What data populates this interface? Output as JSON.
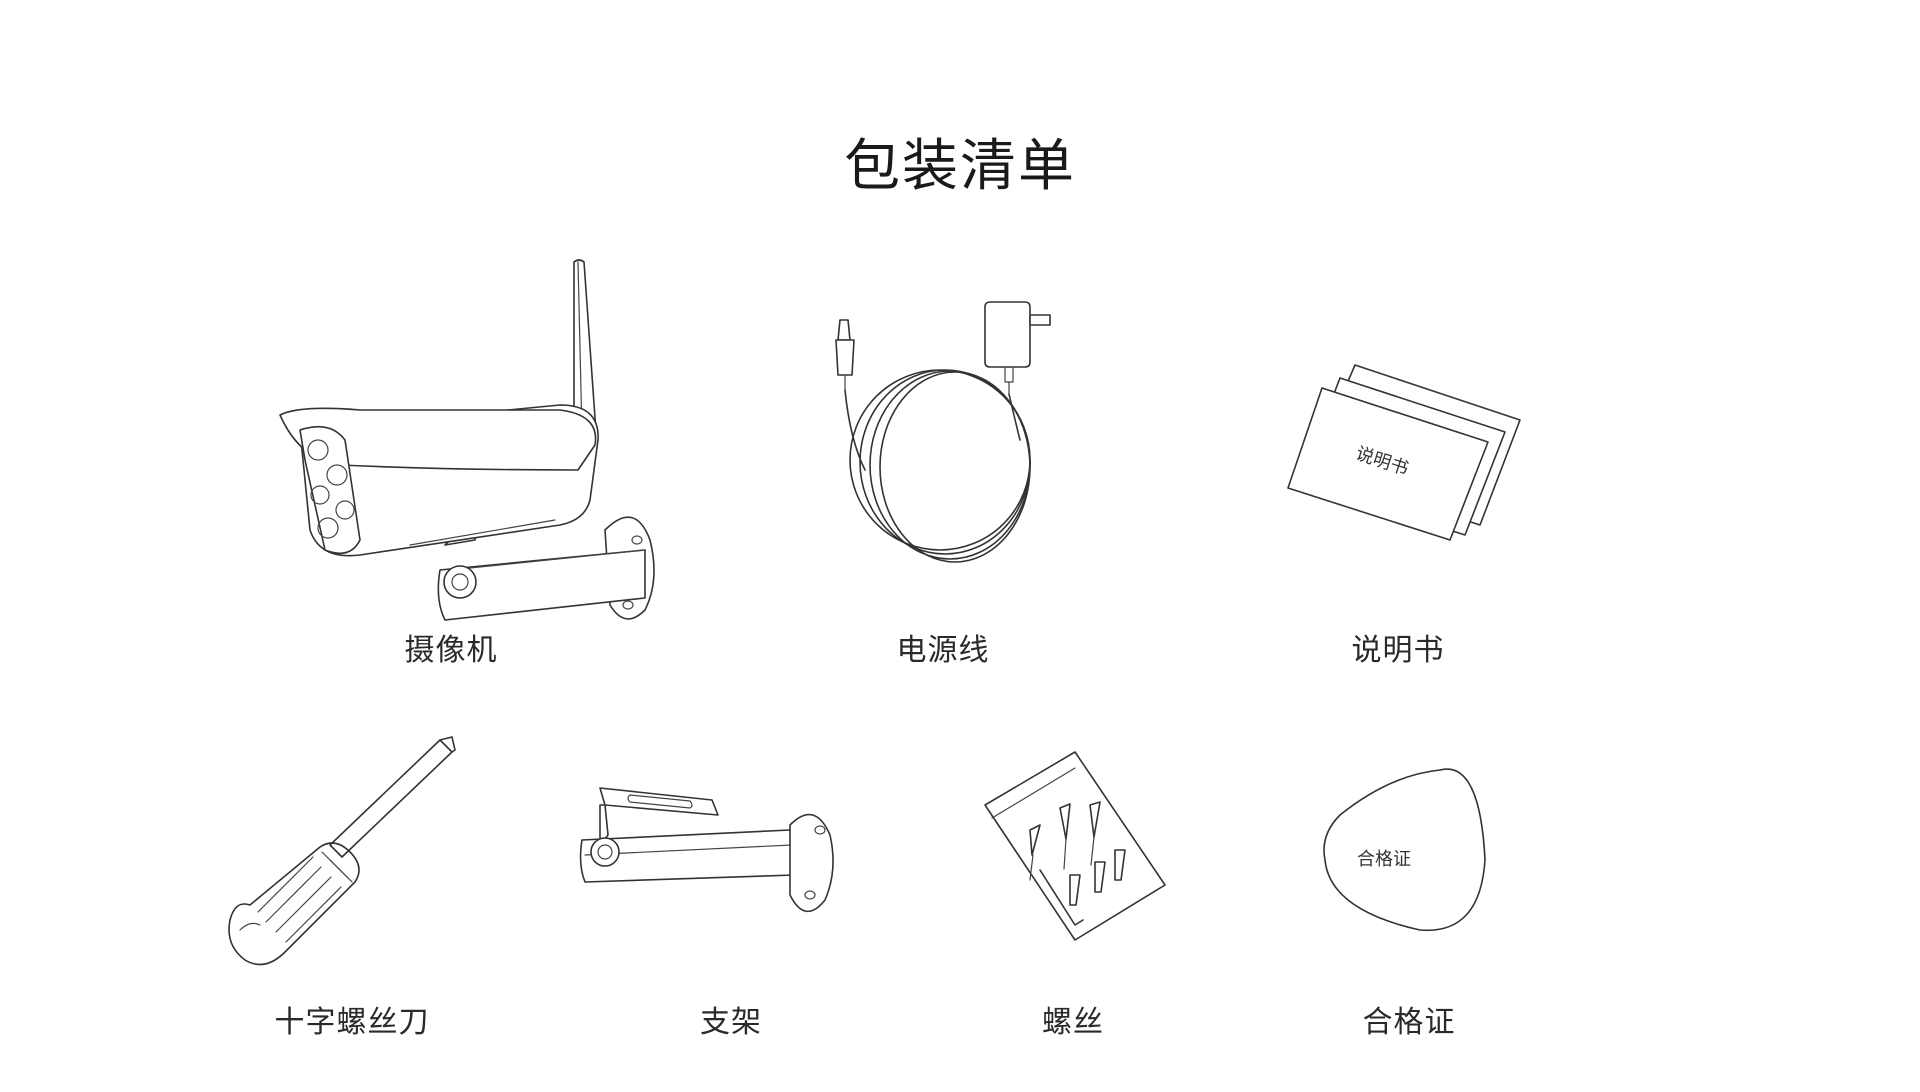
{
  "title": "包装清单",
  "items": [
    {
      "label": "摄像机",
      "icon": "camera-icon"
    },
    {
      "label": "电源线",
      "icon": "power-cable-icon"
    },
    {
      "label": "说明书",
      "icon": "manual-icon",
      "inner_text": "说明书"
    },
    {
      "label": "十字螺丝刀",
      "icon": "screwdriver-icon"
    },
    {
      "label": "支架",
      "icon": "bracket-icon"
    },
    {
      "label": "螺丝",
      "icon": "screws-icon"
    },
    {
      "label": "合格证",
      "icon": "certificate-icon",
      "inner_text": "合格证"
    }
  ],
  "colors": {
    "background": "#ffffff",
    "line": "#333333",
    "text": "#222222"
  }
}
